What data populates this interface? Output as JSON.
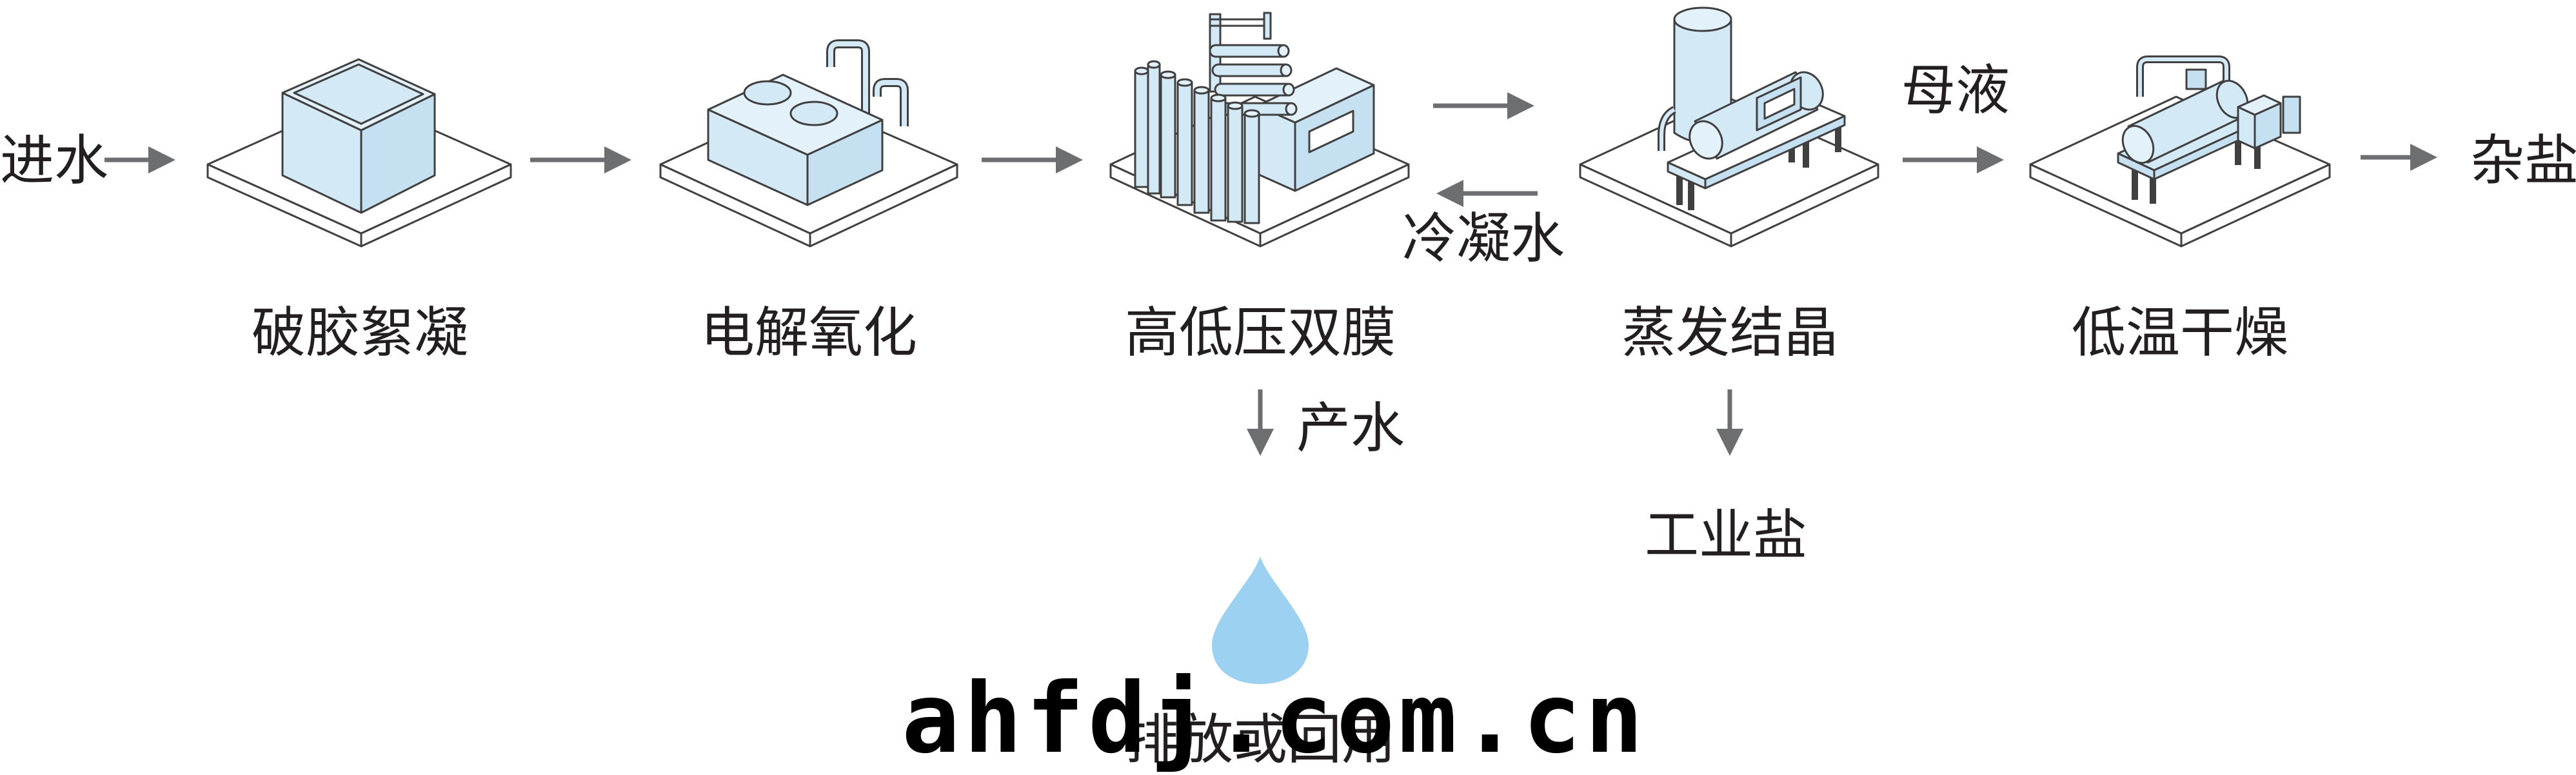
{
  "diagram": {
    "input_label": "进水",
    "output_label": "杂盐",
    "stages": [
      {
        "id": "coagulation",
        "label": "破胶絮凝"
      },
      {
        "id": "electrolysis",
        "label": "电解氧化"
      },
      {
        "id": "membrane",
        "label": "高低压双膜"
      },
      {
        "id": "evaporation",
        "label": "蒸发结晶"
      },
      {
        "id": "drying",
        "label": "低温干燥"
      }
    ],
    "condensate_label": "冷凝水",
    "mother_liquor_label": "母液",
    "product_water_label": "产水",
    "industrial_salt_label": "工业盐",
    "discharge_label": "排放或回用",
    "watermark": "ahfdj.com.cn"
  },
  "colors": {
    "equipment_fill": "#d4e9f6",
    "equipment_stroke": "#404041",
    "platform_fill": "#ffffff",
    "arrow": "#6d6e70",
    "water_drop": "#9dd1f1",
    "text": "#231f20"
  }
}
